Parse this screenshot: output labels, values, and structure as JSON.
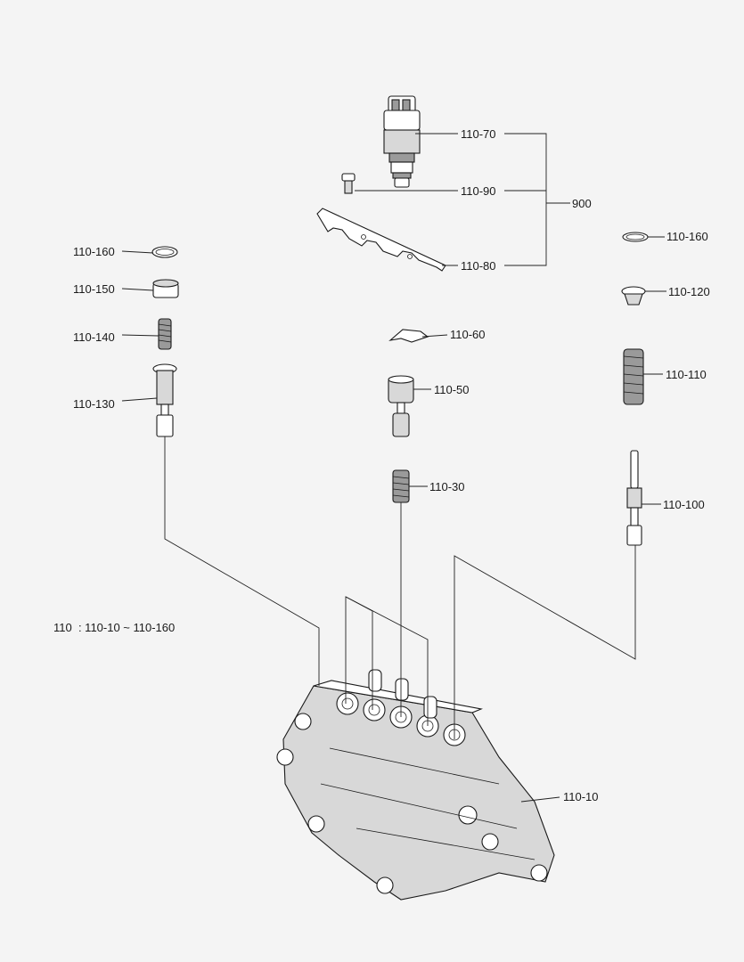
{
  "labels": {
    "l_110_70": "110-70",
    "l_110_90": "110-90",
    "l_900": "900",
    "l_110_80": "110-80",
    "l_110_160_left": "110-160",
    "l_110_150": "110-150",
    "l_110_140": "110-140",
    "l_110_130": "110-130",
    "l_110_60": "110-60",
    "l_110_50": "110-50",
    "l_110_30": "110-30",
    "l_110_160_right": "110-160",
    "l_110_120": "110-120",
    "l_110_110": "110-110",
    "l_110_100": "110-100",
    "l_110_10": "110-10",
    "legend": "110  : 110-10 ~ 110-160"
  }
}
